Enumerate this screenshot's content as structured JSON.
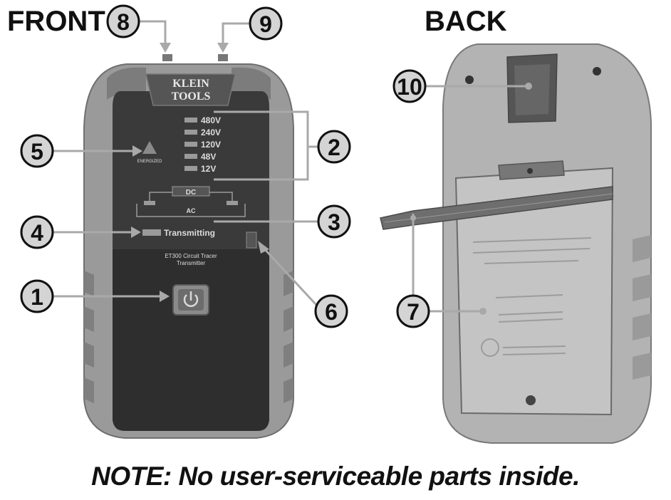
{
  "headers": {
    "front": "FRONT",
    "back": "BACK"
  },
  "brand": {
    "line1": "KLEIN",
    "line2": "TOOLS"
  },
  "voltages": [
    "480V",
    "240V",
    "120V",
    "48V",
    "12V"
  ],
  "front_labels": {
    "energized": "ENERGIZED",
    "dc": "DC",
    "ac": "AC",
    "transmitting": "Transmitting",
    "model_line1": "ET300 Circuit Tracer",
    "model_line2": "Transmitter"
  },
  "callouts": {
    "c1": "1",
    "c2": "2",
    "c3": "3",
    "c4": "4",
    "c5": "5",
    "c6": "6",
    "c7": "7",
    "c8": "8",
    "c9": "9",
    "c10": "10"
  },
  "note": "NOTE: No user-serviceable parts inside.",
  "colors": {
    "body": "#a7a7a7",
    "bumper": "#8e8e8e",
    "face": "#3a3a3a",
    "callout_fill": "#d4d4d4",
    "leader": "#a9a9a9"
  }
}
